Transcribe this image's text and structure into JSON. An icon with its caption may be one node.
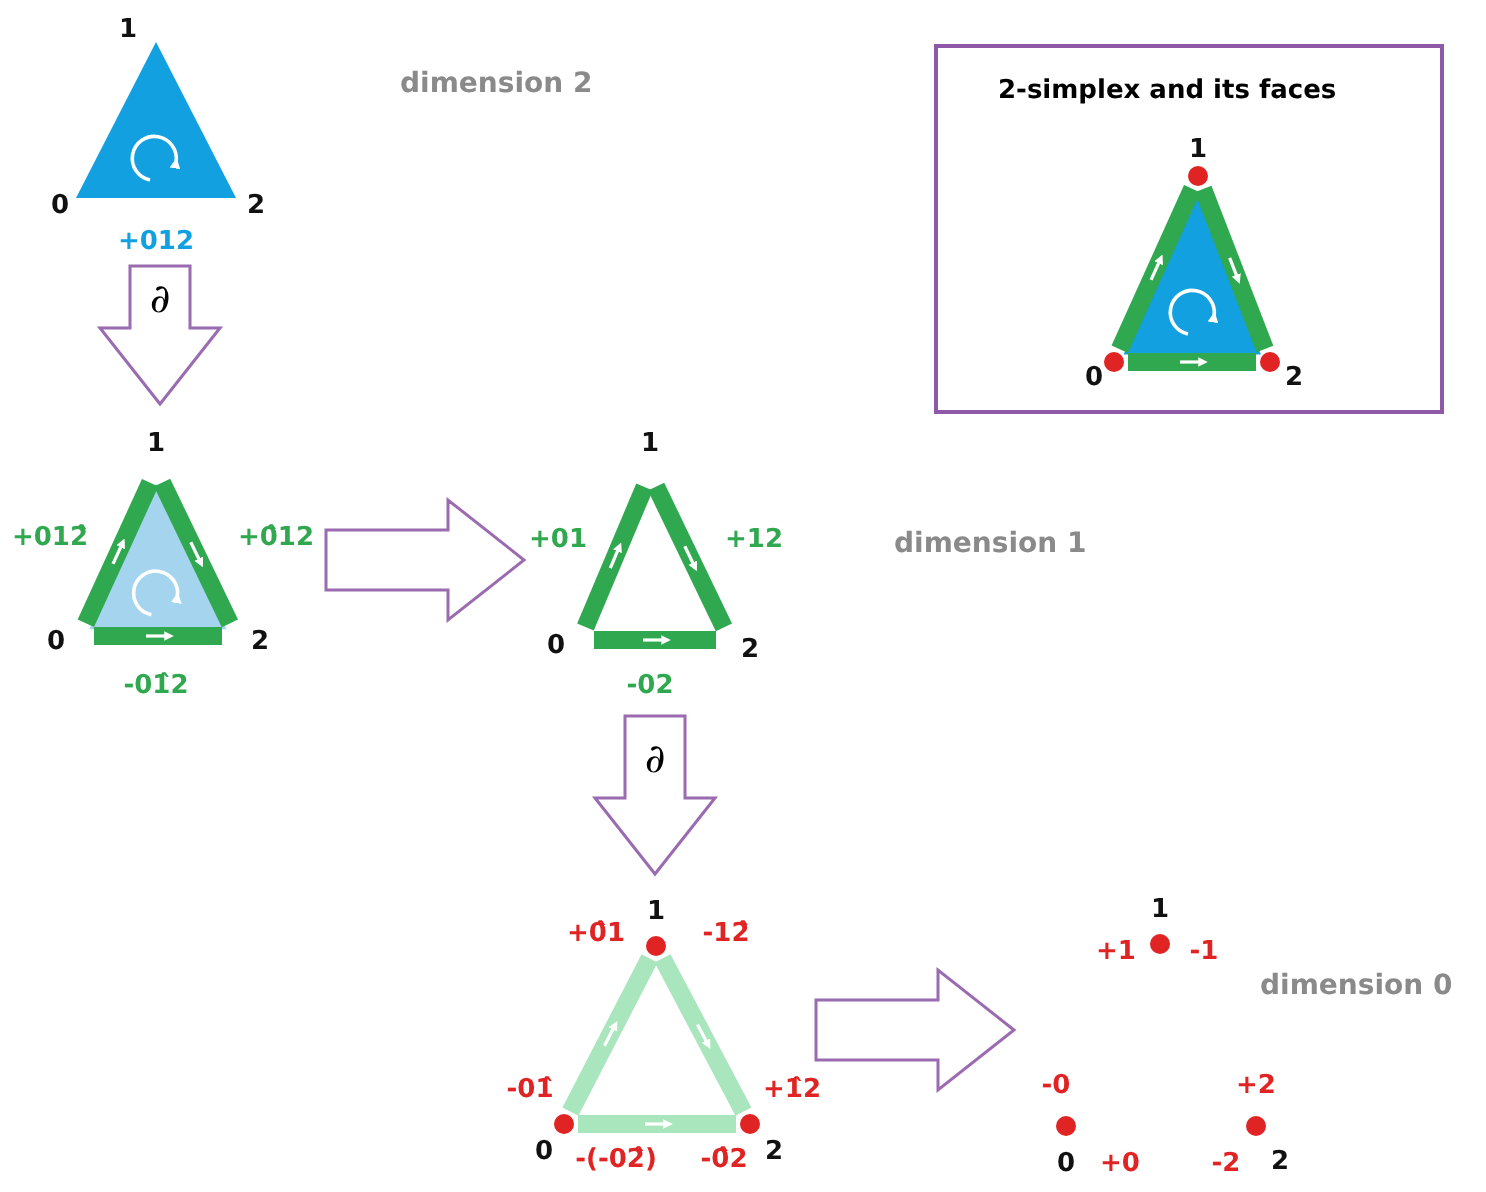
{
  "diagram": {
    "nodes": [
      {
        "text": [
          "1",
          "0",
          "2",
          "+012"
        ]
      },
      {
        "text": [
          "1",
          "+012̂",
          "+0̂12",
          "0",
          "2",
          "-01̂2"
        ]
      },
      {
        "text": [
          "1",
          "+01",
          "+12",
          "0",
          "2",
          "-02"
        ]
      },
      {
        "text": [
          "1",
          "+0̂1",
          "-12̂",
          "-01̂",
          "+1̂2",
          "0",
          "-(-02̂)",
          "-0̂2",
          "2"
        ]
      },
      {
        "text": [
          "1",
          "+1",
          "-1",
          "-0",
          "+2",
          "0",
          "+0",
          "-2",
          "2"
        ]
      },
      {
        "text": [
          "2-simplex and its faces"
        ]
      },
      {
        "text": [
          "1",
          "0",
          "2"
        ],
        "in": 5
      }
    ],
    "edges": [
      {
        "from": 0,
        "to": 1,
        "arrow": "to",
        "label": "∂"
      },
      {
        "from": 1,
        "to": 2,
        "arrow": "to"
      },
      {
        "from": 2,
        "to": 3,
        "arrow": "to",
        "label": "∂"
      },
      {
        "from": 3,
        "to": 4,
        "arrow": "to"
      }
    ],
    "labels": [
      "dimension 2",
      "dimension 1",
      "dimension 0"
    ]
  }
}
